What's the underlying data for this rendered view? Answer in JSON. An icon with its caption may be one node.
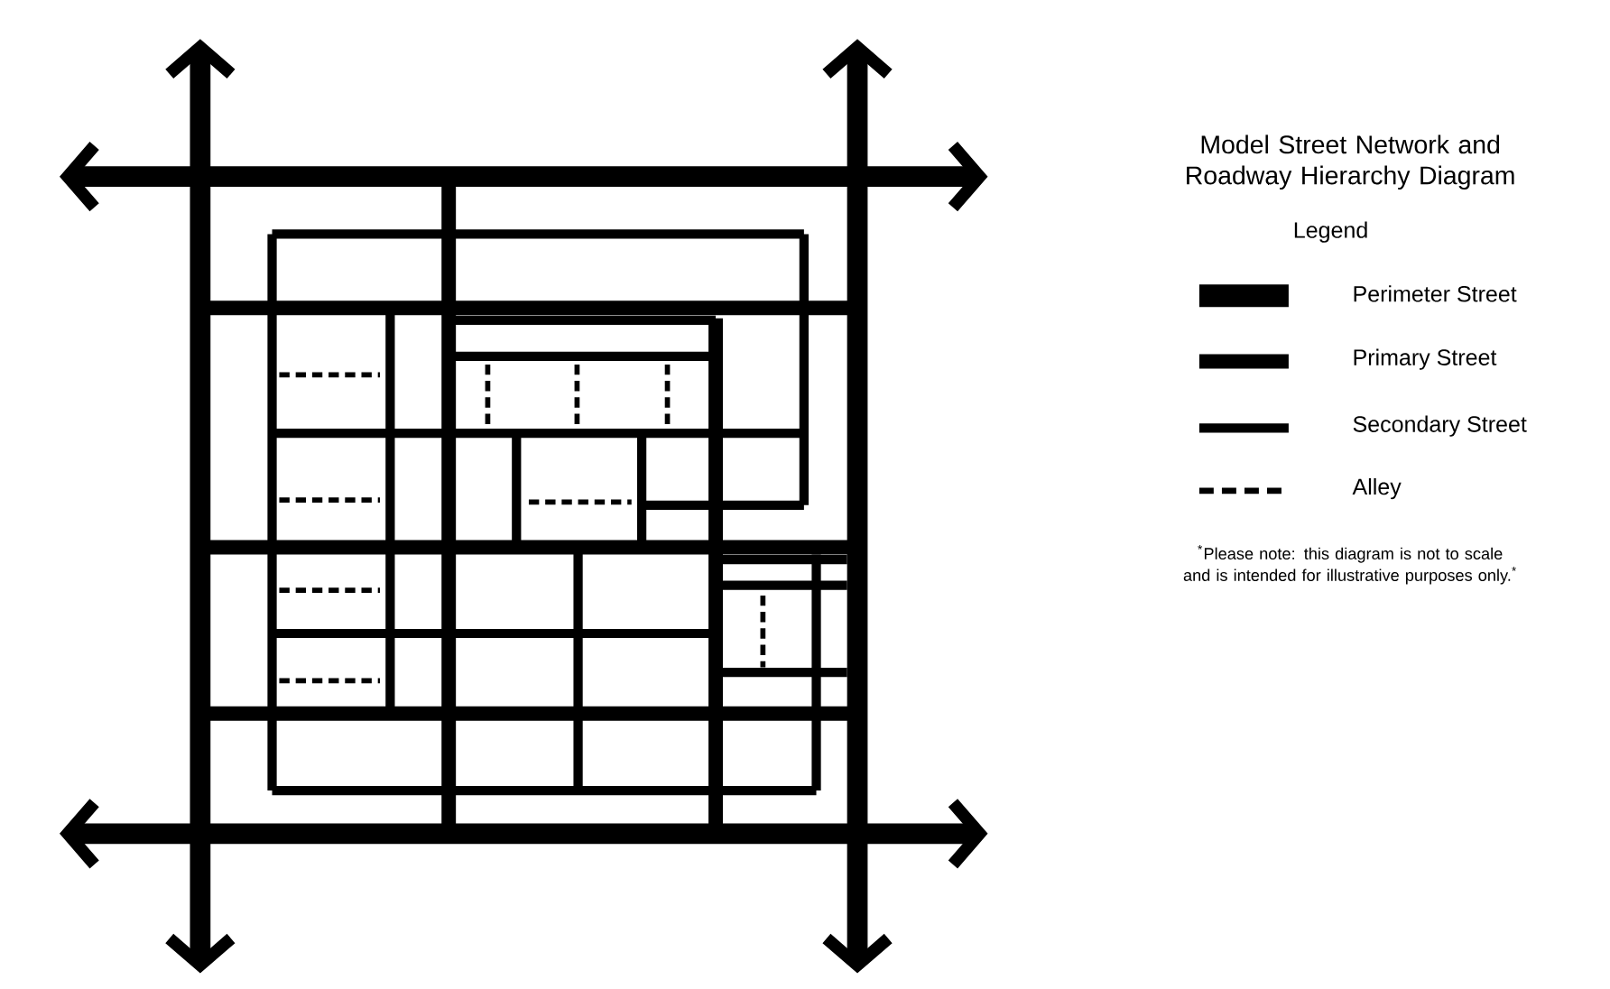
{
  "diagram": {
    "title": "Model Street Network and Roadway Hierarchy Diagram",
    "labels": [
      "Legend",
      "$^{*}$Please note: this diagram is not to scale and is intended for illustrative purposes only.$^{*}$"
    ],
    "legend": [
      {
        "text": "Perimeter Street"
      },
      {
        "text": "Primary Street"
      },
      {
        "text": "Secondary Street"
      },
      {
        "text": "Alley"
      }
    ]
  }
}
